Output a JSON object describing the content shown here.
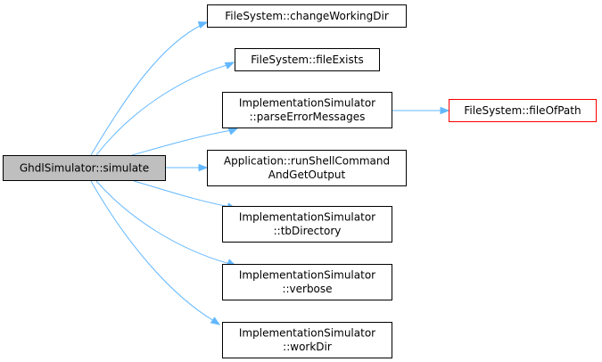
{
  "graph": {
    "root": {
      "lines": [
        "GhdlSimulator::simulate"
      ]
    },
    "callees": [
      {
        "lines": [
          "FileSystem::changeWorkingDir"
        ]
      },
      {
        "lines": [
          "FileSystem::fileExists"
        ]
      },
      {
        "lines": [
          "ImplementationSimulator",
          "::parseErrorMessages"
        ]
      },
      {
        "lines": [
          "Application::runShellCommand",
          "AndGetOutput"
        ]
      },
      {
        "lines": [
          "ImplementationSimulator",
          "::tbDirectory"
        ]
      },
      {
        "lines": [
          "ImplementationSimulator",
          "::verbose"
        ]
      },
      {
        "lines": [
          "ImplementationSimulator",
          "::workDir"
        ]
      }
    ],
    "nested": [
      {
        "lines": [
          "FileSystem::fileOfPath"
        ]
      }
    ],
    "colors": {
      "root_fill": "#bfbfbf",
      "root_border": "#000000",
      "node_fill": "#ffffff",
      "node_border": "#000000",
      "highlight_border": "#ff0000",
      "edge": "#63b8ff"
    }
  }
}
